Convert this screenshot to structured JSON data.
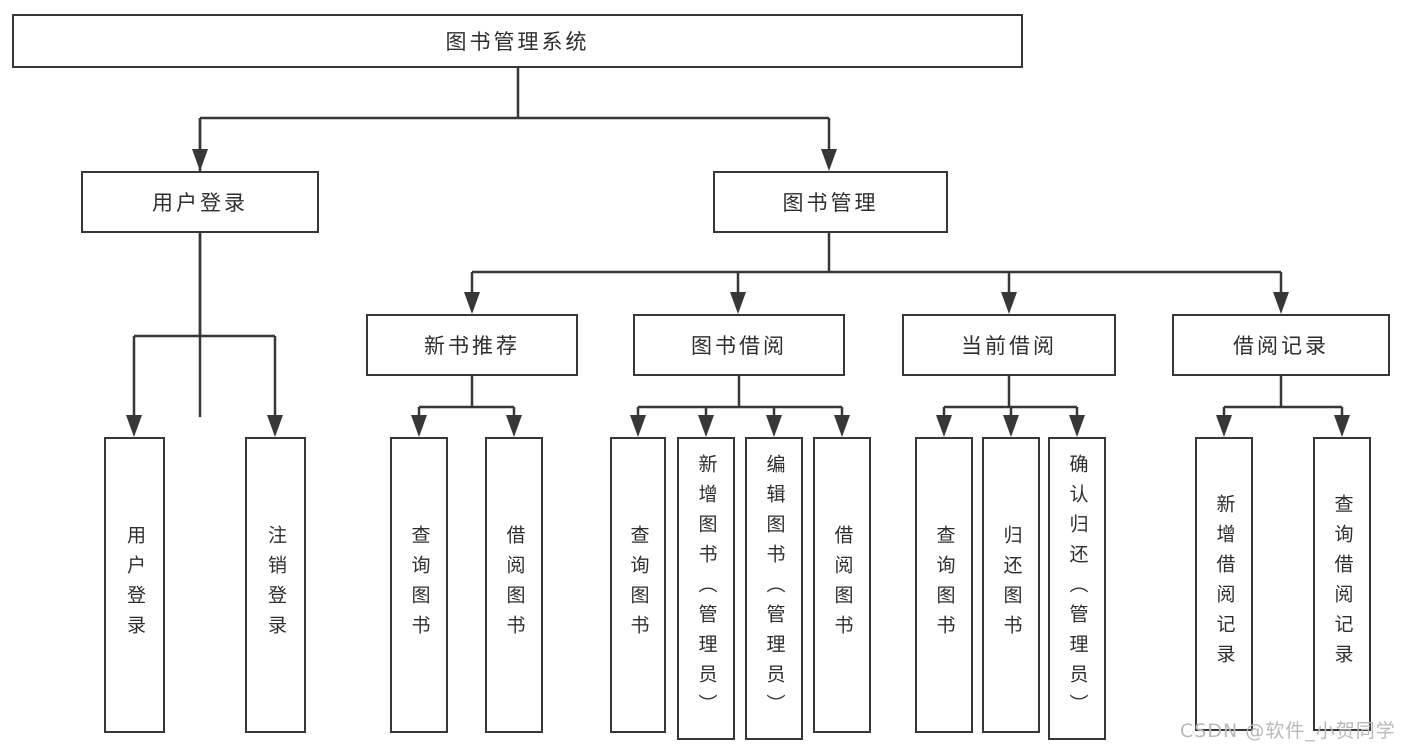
{
  "diagram": {
    "title": "图书管理系统",
    "type": "hierarchy-tree",
    "structure": {
      "图书管理系统": {
        "用户登录": [
          "用户登录",
          "注销登录"
        ],
        "图书管理": {
          "新书推荐": [
            "查询图书",
            "借阅图书"
          ],
          "图书借阅": [
            "查询图书",
            "新增图书（管理员）",
            "编辑图书（管理员）",
            "借阅图书"
          ],
          "当前借阅": [
            "查询图书",
            "归还图书",
            "确认归还（管理员）"
          ],
          "借阅记录": [
            "新增借阅记录",
            "查询借阅记录"
          ]
        }
      }
    }
  },
  "nodes": {
    "root": {
      "label": "图书管理系统"
    },
    "user_login": {
      "label": "用户登录"
    },
    "book_mgmt": {
      "label": "图书管理"
    },
    "new_book_rec": {
      "label": "新书推荐"
    },
    "book_borrow": {
      "label": "图书借阅"
    },
    "current_borrow": {
      "label": "当前借阅"
    },
    "borrow_record": {
      "label": "借阅记录"
    },
    "leaf_user_login": {
      "label": "用户登录"
    },
    "leaf_logout": {
      "label": "注销登录"
    },
    "leaf_nb_query": {
      "label": "查询图书"
    },
    "leaf_nb_borrow": {
      "label": "借阅图书"
    },
    "leaf_bb_query": {
      "label": "查询图书"
    },
    "leaf_bb_add": {
      "label": "新增图书（管理员）"
    },
    "leaf_bb_edit": {
      "label": "编辑图书（管理员）"
    },
    "leaf_bb_borrow": {
      "label": "借阅图书"
    },
    "leaf_cb_query": {
      "label": "查询图书"
    },
    "leaf_cb_return": {
      "label": "归还图书"
    },
    "leaf_cb_confirm": {
      "label": "确认归还（管理员）"
    },
    "leaf_br_add": {
      "label": "新增借阅记录"
    },
    "leaf_br_query": {
      "label": "查询借阅记录"
    }
  },
  "watermark": "CSDN @软件_小贺同学",
  "colors": {
    "line": "#373737",
    "text": "#2e2e2e",
    "background": "#ffffff",
    "watermark": "#b9b9b9"
  }
}
